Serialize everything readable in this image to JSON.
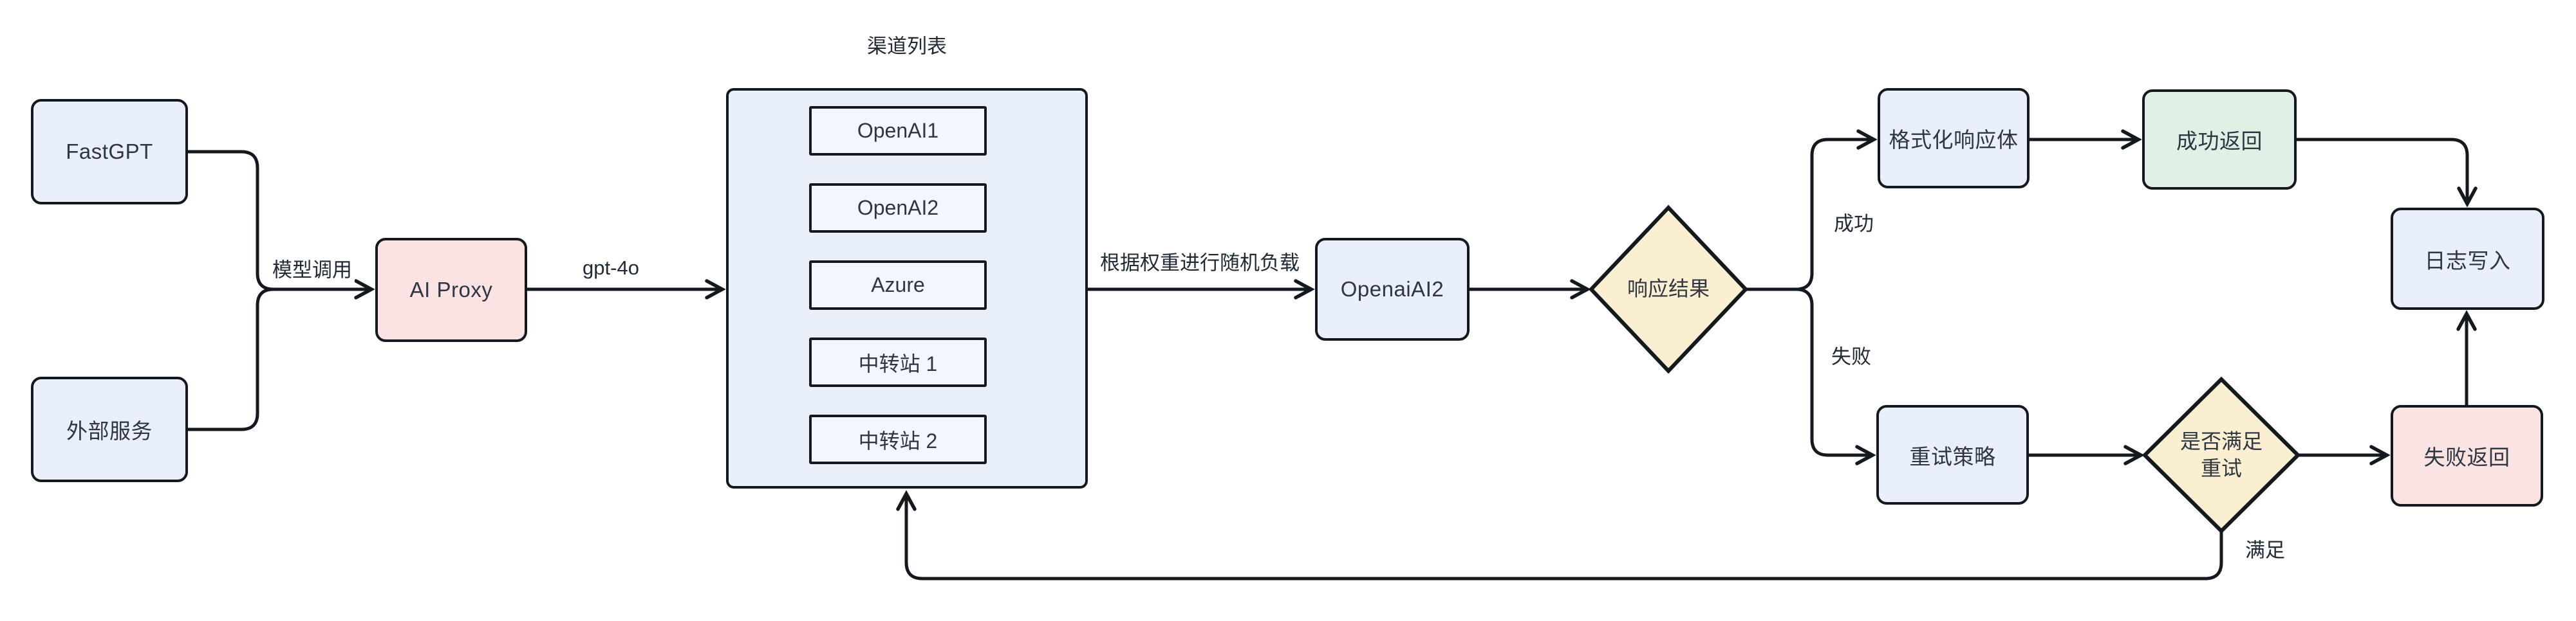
{
  "diagram": {
    "nodes": {
      "fastgpt": "FastGPT",
      "external_service": "外部服务",
      "ai_proxy": "AI Proxy",
      "openai_ai2": "OpenaiAI2",
      "response_result": "响应结果",
      "format_response_body": "格式化响应体",
      "success_return": "成功返回",
      "log_write": "日志写入",
      "retry_strategy": "重试策略",
      "retry_check_line1": "是否满足",
      "retry_check_line2": "重试",
      "fail_return": "失败返回"
    },
    "channel_list": {
      "title": "渠道列表",
      "channels": [
        "OpenAI1",
        "OpenAI2",
        "Azure",
        "中转站 1",
        "中转站 2"
      ]
    },
    "edge_labels": {
      "model_call": "模型调用",
      "model_name": "gpt-4o",
      "weighted_load": "根据权重进行随机负载",
      "success": "成功",
      "fail": "失败",
      "satisfied": "满足"
    },
    "colors": {
      "node_blue": "#e9effb",
      "node_pink": "#fbe3e2",
      "node_green": "#dff1e4",
      "diamond_yellow": "#faf0d1",
      "channel_item_fill": "#f3f7fd",
      "container_fill": "#eaf0fa",
      "stroke": "#14181f",
      "text": "#2e3644"
    }
  }
}
